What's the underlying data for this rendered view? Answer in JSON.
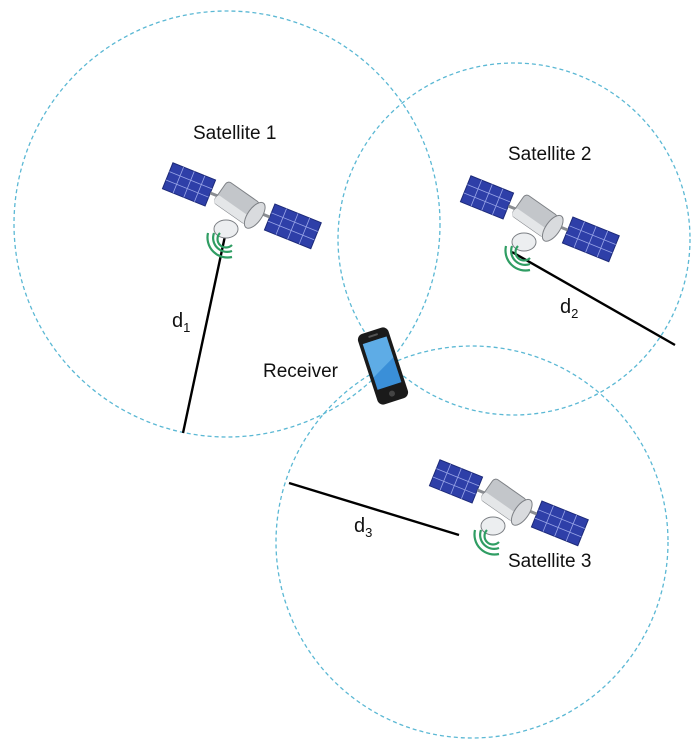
{
  "colors": {
    "circle": "#5bb8d4",
    "range_line": "#000000",
    "panel_blue": "#2e3fa8",
    "panel_grid": "#9aa6e8",
    "body_gray": "#b9bcc0",
    "signal_green": "#2f9d63",
    "phone_black": "#1a1a1a",
    "phone_screen": "#3a8fd8"
  },
  "satellites": [
    {
      "label": "Satellite 1",
      "distance_symbol": "d",
      "distance_index": "1"
    },
    {
      "label": "Satellite 2",
      "distance_symbol": "d",
      "distance_index": "2"
    },
    {
      "label": "Satellite 3",
      "distance_symbol": "d",
      "distance_index": "3"
    }
  ],
  "receiver": {
    "label": "Receiver",
    "icon": "smartphone-icon"
  },
  "icons": {
    "satellite": "satellite-icon",
    "signal": "signal-waves-icon"
  }
}
